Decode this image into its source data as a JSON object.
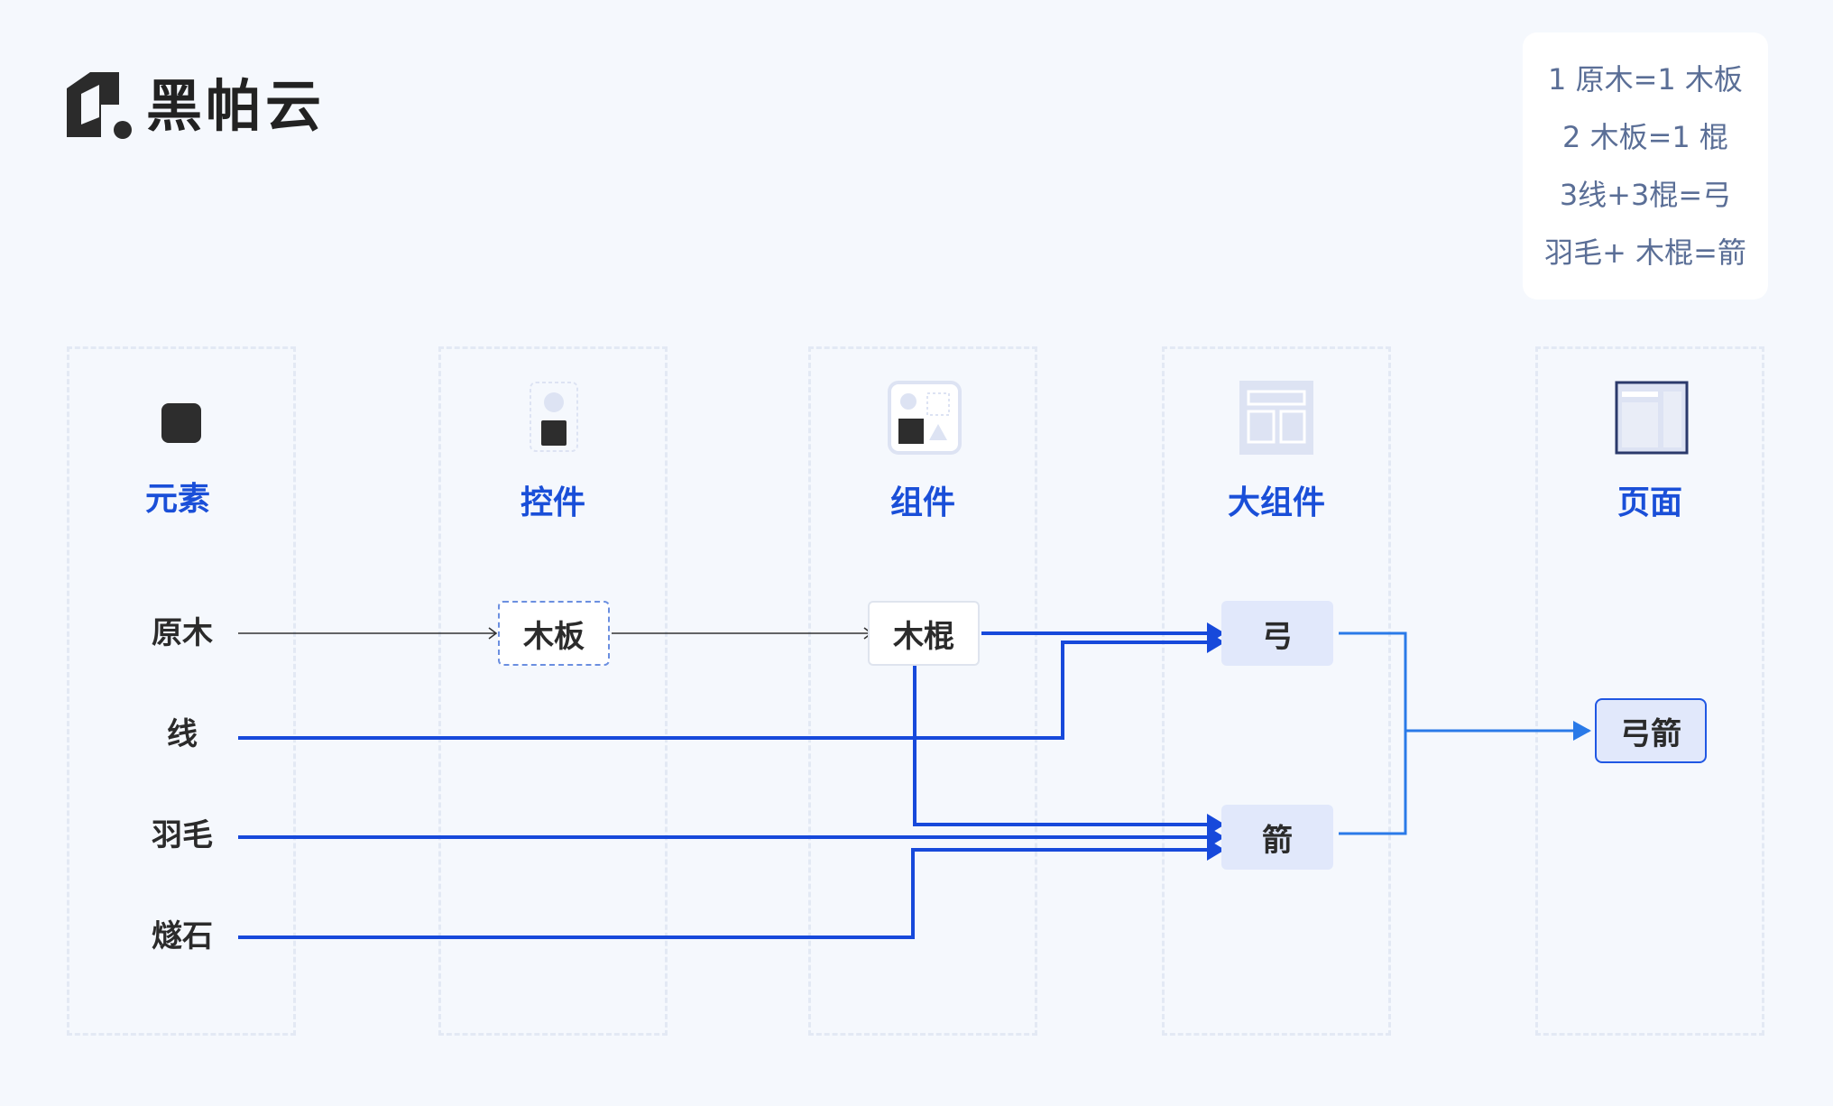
{
  "brand": {
    "name": "黑帕云",
    "icon": "hpy-logo-icon"
  },
  "recipes": [
    "1 原木=1 木板",
    "2 木板=1 棍",
    "3线+3棍=弓",
    "羽毛+ 木棍=箭"
  ],
  "columns": [
    {
      "title": "元素",
      "icon": "element-square-icon"
    },
    {
      "title": "控件",
      "icon": "control-icon"
    },
    {
      "title": "组件",
      "icon": "component-icon"
    },
    {
      "title": "大组件",
      "icon": "large-component-icon"
    },
    {
      "title": "页面",
      "icon": "page-layout-icon"
    }
  ],
  "materials": [
    "原木",
    "线",
    "羽毛",
    "燧石"
  ],
  "nodes": {
    "plank": "木板",
    "stick": "木棍",
    "bow": "弓",
    "arrow": "箭",
    "bow_arrow": "弓箭"
  },
  "colors": {
    "accent": "#1a4fd8",
    "flow_line": "#1749db",
    "flow_light": "#2a7ae8",
    "thin_line": "#333333",
    "node_fill": "#e1e8fb"
  }
}
